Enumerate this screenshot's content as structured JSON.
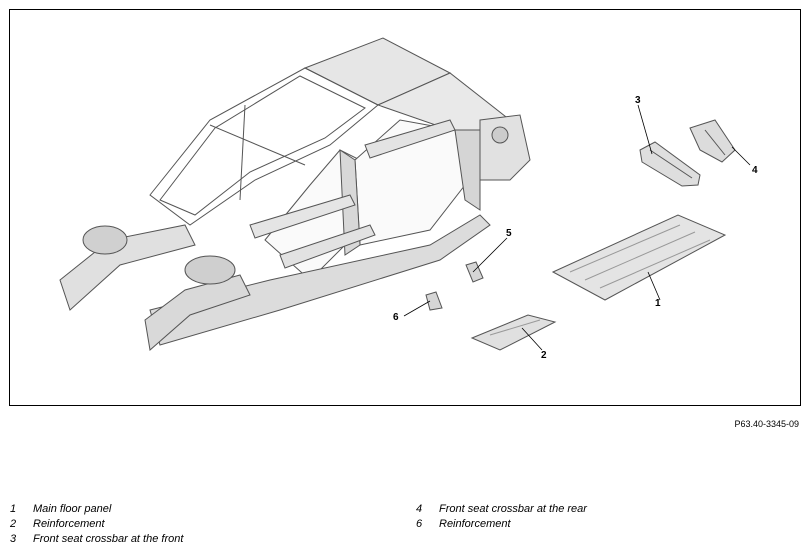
{
  "figure_ref": "P63.40-3345-09",
  "callouts": [
    "1",
    "2",
    "3",
    "4",
    "5",
    "6"
  ],
  "legend_left": [
    {
      "num": "1",
      "text": "Main floor panel"
    },
    {
      "num": "2",
      "text": "Reinforcement"
    },
    {
      "num": "3",
      "text": "Front seat crossbar at the front"
    }
  ],
  "legend_right": [
    {
      "num": "4",
      "text": "Front seat crossbar at the rear"
    },
    {
      "num": "6",
      "text": "Reinforcement"
    }
  ]
}
